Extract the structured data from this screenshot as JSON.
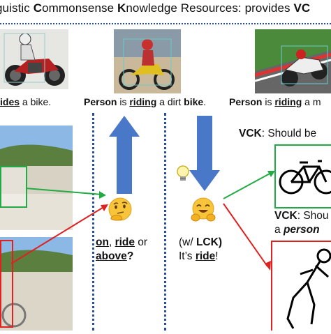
{
  "header": {
    "p1": "guistic ",
    "p2": "C",
    "p3": "ommonsense ",
    "p4": "K",
    "p5": "nowledge Resources: provides ",
    "p6": "VC"
  },
  "captions": {
    "left": {
      "verb": "ides",
      "rest": " a bike."
    },
    "center": {
      "subj": "Person",
      "is": " is ",
      "verb": "riding",
      "mid": " a dirt ",
      "obj": "bike",
      "end": "."
    },
    "right": {
      "subj": "Person",
      "is": " is ",
      "verb": "riding",
      "end": " a m"
    }
  },
  "left_query": {
    "opt1": "on",
    "sep1": ", ",
    "opt2": "ride",
    "sep2": " or",
    "opt3": "above",
    "q": "?"
  },
  "lck_answer": {
    "line1": "(w/ ",
    "lck": "LCK)",
    "line2a": "It’s ",
    "ride": "ride",
    "bang": "!"
  },
  "vck1": {
    "label": "VCK",
    "text": ": Should be "
  },
  "vck2": {
    "label": "VCK",
    "text": ": Shou",
    "line2a": "a ",
    "person": "person"
  },
  "colors": {
    "arrow_blue": "#4a78c8",
    "divider_blue": "#2a4d9c",
    "green": "#22aa44",
    "red": "#dd2222"
  }
}
